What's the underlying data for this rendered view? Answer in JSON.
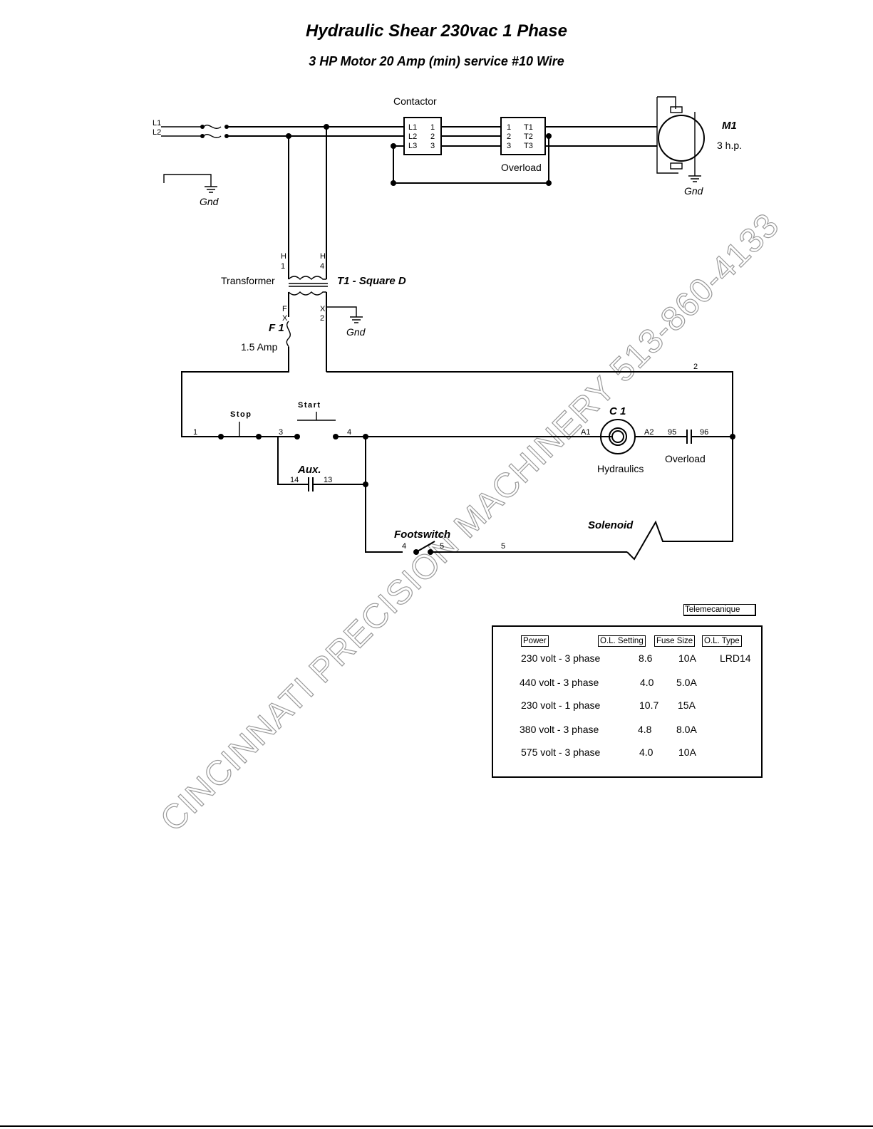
{
  "title": "Hydraulic Shear 230vac 1 Phase",
  "subtitle": "3 HP Motor 20 Amp (min) service #10 Wire",
  "labels": {
    "l1": "L1",
    "l2": "L2",
    "gnd": "Gnd",
    "contactor": "Contactor",
    "contactor_l1": "L1",
    "contactor_l2": "L2",
    "contactor_l3": "L3",
    "n1": "1",
    "n2": "2",
    "n3": "3",
    "ol_t1": "T1",
    "ol_t2": "T2",
    "ol_t3": "T3",
    "overload": "Overload",
    "motor": "M1",
    "motor_hp": "3 h.p.",
    "h": "H",
    "h1": "1",
    "h4": "4",
    "transformer": "Transformer",
    "t1": "T1 - Square D",
    "f": "F",
    "x": "X",
    "x2": "2",
    "fuse": "F 1",
    "fuse_rating": "1.5 Amp",
    "stop": "Stop",
    "start": "Start",
    "w1": "1",
    "w2": "2",
    "w3": "3",
    "w4": "4",
    "coil": "C 1",
    "a1": "A1",
    "a2": "A2",
    "ol95": "95",
    "ol96": "96",
    "hydraulics": "Hydraulics",
    "aux": "Aux.",
    "aux14": "14",
    "aux13": "13",
    "solenoid": "Solenoid",
    "footswitch": "Footswitch",
    "fs4": "4",
    "fs5": "5",
    "w5": "5",
    "watermark": "CINCINNATI PRECISION MACHINERY 513-860-4133"
  },
  "table": {
    "brand": "Telemecanique",
    "headers": {
      "power": "Power",
      "ol_setting": "O.L. Setting",
      "fuse_size": "Fuse Size",
      "ol_type": "O.L. Type"
    },
    "rows": [
      {
        "power": "230 volt - 3 phase",
        "ol_setting": "8.6",
        "fuse_size": "10A",
        "ol_type": "LRD14"
      },
      {
        "power": "440 volt - 3 phase",
        "ol_setting": "4.0",
        "fuse_size": "5.0A",
        "ol_type": ""
      },
      {
        "power": "230 volt - 1 phase",
        "ol_setting": "10.7",
        "fuse_size": "15A",
        "ol_type": ""
      },
      {
        "power": "380 volt - 3 phase",
        "ol_setting": "4.8",
        "fuse_size": "8.0A",
        "ol_type": ""
      },
      {
        "power": "575 volt - 3 phase",
        "ol_setting": "4.0",
        "fuse_size": "10A",
        "ol_type": ""
      }
    ]
  }
}
